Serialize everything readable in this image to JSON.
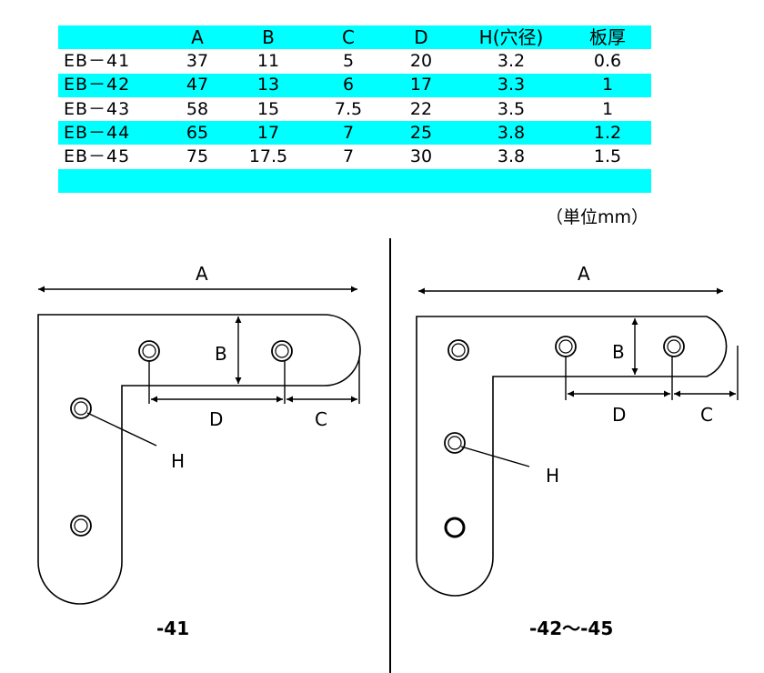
{
  "table": {
    "headers": [
      "",
      "A",
      "B",
      "C",
      "D",
      "H(穴径)",
      "板厚"
    ],
    "rows": [
      [
        "EB－41",
        "37",
        "11",
        "5",
        "20",
        "3.2",
        "0.6"
      ],
      [
        "EB－42",
        "47",
        "13",
        "6",
        "17",
        "3.3",
        "1"
      ],
      [
        "EB－43",
        "58",
        "15",
        "7.5",
        "22",
        "3.5",
        "1"
      ],
      [
        "EB－44",
        "65",
        "17",
        "7",
        "25",
        "3.8",
        "1.2"
      ],
      [
        "EB－45",
        "75",
        "17.5",
        "7",
        "30",
        "3.8",
        "1.5"
      ]
    ],
    "unit": "（単位mm）",
    "highlight_color": "#00ffff"
  },
  "diagram_left": {
    "caption": "-41",
    "labels": {
      "a": "A",
      "b": "B",
      "c": "C",
      "d": "D",
      "h": "H"
    }
  },
  "diagram_right": {
    "caption": "-42～-45",
    "labels": {
      "a": "A",
      "b": "B",
      "c": "C",
      "d": "D",
      "h": "H"
    }
  }
}
